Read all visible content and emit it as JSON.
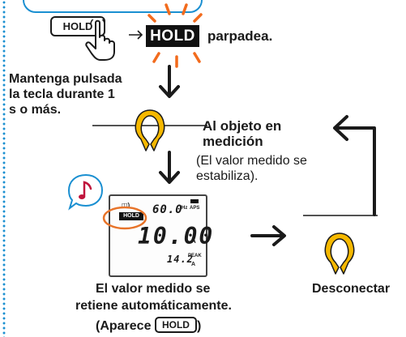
{
  "top": {
    "key_label": "HOLD",
    "badge_label": "HOLD",
    "blink_text": "parpadea."
  },
  "left_note": {
    "lines": [
      "Mantenga pulsada",
      "la tecla durante 1",
      "s o más."
    ]
  },
  "object": {
    "lines": [
      "Al objeto en",
      "medición"
    ],
    "note_lines": [
      "(El valor medido se",
      "estabiliza)."
    ]
  },
  "display": {
    "frequency": "60.0",
    "frequency_unit": "Hz",
    "aps": "APS",
    "hold_indicator": "HOLD",
    "main_value": "10.00",
    "main_unit": "A",
    "peak_value": "14.2",
    "peak_tag": "PEAK",
    "peak_unit": "A"
  },
  "caption": {
    "lines": [
      "El valor medido se",
      "retiene automáticamente."
    ],
    "appear_prefix": "(Aparece",
    "appear_key": "HOLD",
    "appear_suffix": ")"
  },
  "disconnect": {
    "label": "Desconectar"
  },
  "colors": {
    "accent_blue": "#1a8fd1",
    "flash_orange": "#f26b1d",
    "clamp_yellow": "#f5b800",
    "highlight_circle": "#e8742a"
  }
}
